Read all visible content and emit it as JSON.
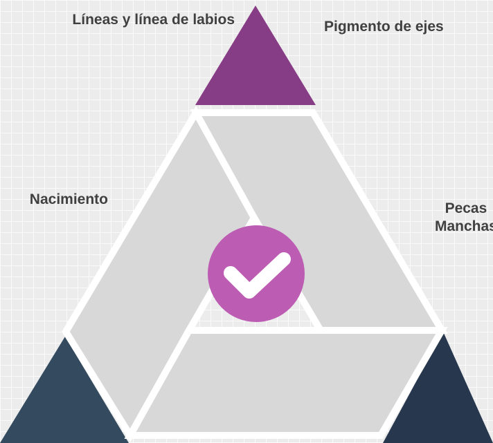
{
  "labels": {
    "top_left": "Líneas y línea de labios",
    "top_right": "Pigmento de ejes",
    "left": "Nacimiento",
    "right_line1": "Pecas",
    "right_line2": "Manchas"
  },
  "center_icon": "check-icon",
  "colors": {
    "top_triangle": "#873d86",
    "bottom_left_triangle": "#344b5f",
    "bottom_right_triangle": "#26374e",
    "segments": "#d8d8d8",
    "outline": "#ffffff",
    "check_circle": "#bc5cb3"
  }
}
